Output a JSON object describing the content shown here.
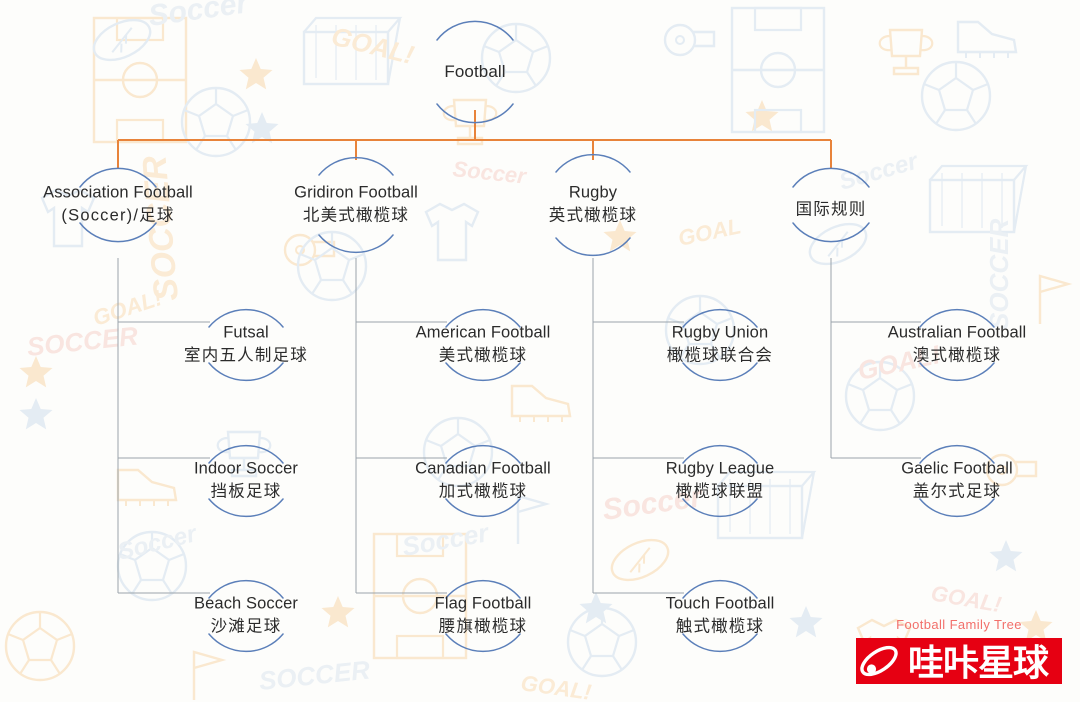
{
  "diagram": {
    "title": "Football Family Tree",
    "colors": {
      "trunk_orange": "#e8833a",
      "trunk_gray": "#9aa3ab",
      "ring_blue": "#5b7fb9",
      "text_dark": "#2b2b2b",
      "brand_red": "#e60012",
      "tagline_red": "#f2706b",
      "background": "#fdfdfb"
    },
    "root": {
      "id": "football",
      "en": "Football",
      "zh": ""
    },
    "level2": [
      {
        "id": "association-football",
        "en": "Association Football",
        "en2": "(Soccer)/足球",
        "zh": ""
      },
      {
        "id": "gridiron-football",
        "en": "Gridiron Football",
        "zh": "北美式橄榄球"
      },
      {
        "id": "rugby",
        "en": "Rugby",
        "zh": "英式橄榄球"
      },
      {
        "id": "international-rules",
        "en": "国际规则",
        "zh": ""
      }
    ],
    "level3": {
      "association-football": [
        {
          "id": "futsal",
          "en": "Futsal",
          "zh": "室内五人制足球"
        },
        {
          "id": "indoor-soccer",
          "en": "Indoor Soccer",
          "zh": "挡板足球"
        },
        {
          "id": "beach-soccer",
          "en": "Beach Soccer",
          "zh": "沙滩足球"
        }
      ],
      "gridiron-football": [
        {
          "id": "american-football",
          "en": "American Football",
          "zh": "美式橄榄球"
        },
        {
          "id": "canadian-football",
          "en": "Canadian Football",
          "zh": "加式橄榄球"
        },
        {
          "id": "flag-football",
          "en": "Flag Football",
          "zh": "腰旗橄榄球"
        }
      ],
      "rugby": [
        {
          "id": "rugby-union",
          "en": "Rugby Union",
          "zh": "橄榄球联合会"
        },
        {
          "id": "rugby-league",
          "en": "Rugby League",
          "zh": "橄榄球联盟"
        },
        {
          "id": "touch-football",
          "en": "Touch Football",
          "zh": "触式橄榄球"
        }
      ],
      "international-rules": [
        {
          "id": "australian-football",
          "en": "Australian Football",
          "zh": "澳式橄榄球"
        },
        {
          "id": "gaelic-football",
          "en": "Gaelic Football",
          "zh": "盖尔式足球"
        }
      ]
    }
  },
  "brand": {
    "tagline": "Football Family Tree",
    "name": "哇咔星球",
    "mark": "orbit-planet-icon"
  }
}
